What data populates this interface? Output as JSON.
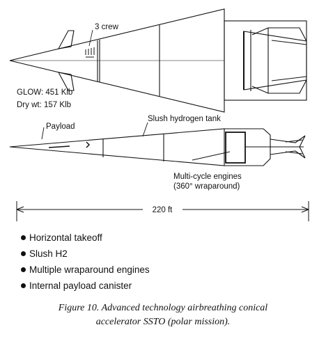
{
  "labels": {
    "crew": "3 crew",
    "glow": "GLOW:  451 Klb",
    "dry_wt": "Dry wt:  157 Klb",
    "payload": "Payload",
    "tank": "Slush hydrogen tank",
    "engines_line1": "Multi-cycle engines",
    "engines_line2": "(360° wraparound)",
    "length": "220 ft"
  },
  "features": [
    "Horizontal takeoff",
    "Slush H2",
    "Multiple wraparound engines",
    "Internal payload canister"
  ],
  "caption": {
    "line1": "Figure 10.  Advanced technology airbreathing conical",
    "line2": "accelerator SSTO (polar mission)."
  }
}
